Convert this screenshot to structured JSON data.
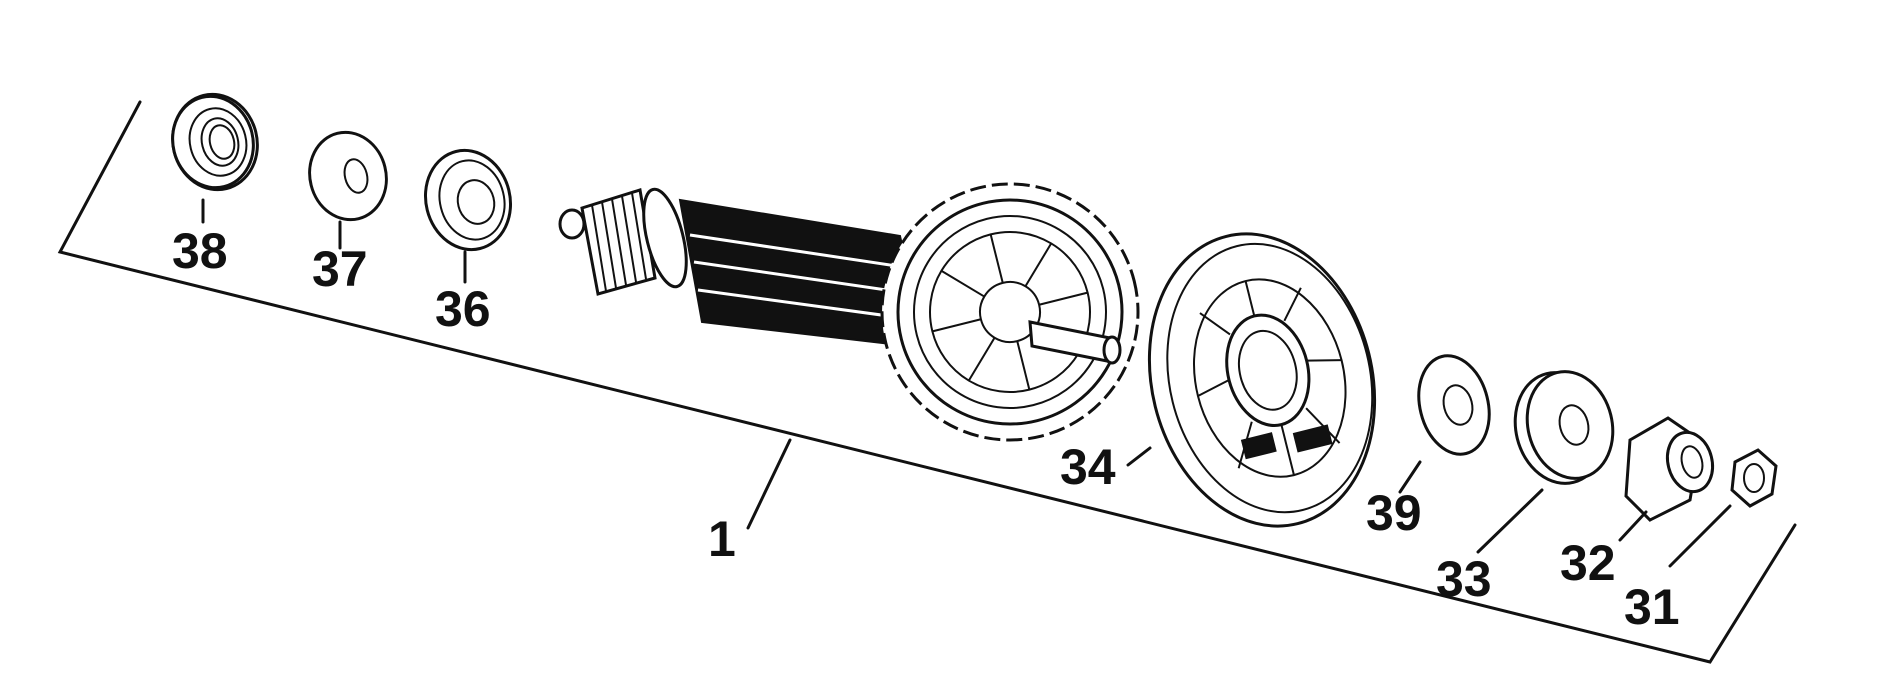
{
  "diagram": {
    "callouts": [
      {
        "id": "38",
        "label": "38"
      },
      {
        "id": "37",
        "label": "37"
      },
      {
        "id": "36",
        "label": "36"
      },
      {
        "id": "1",
        "label": "1"
      },
      {
        "id": "34",
        "label": "34"
      },
      {
        "id": "39",
        "label": "39"
      },
      {
        "id": "33",
        "label": "33"
      },
      {
        "id": "32",
        "label": "32"
      },
      {
        "id": "31",
        "label": "31"
      }
    ],
    "icons": {
      "bearing_38": "bearing-icon",
      "washer_37": "washer-icon",
      "bearing_36": "bearing-icon",
      "armature": "armature-icon",
      "baffle_34": "fan-baffle-icon",
      "washer_39": "washer-icon",
      "bearing_33": "bearing-icon",
      "sleeve_32": "sleeve-icon",
      "nut_31": "nut-icon"
    },
    "colors": {
      "ink": "#111111",
      "paper": "#ffffff"
    }
  }
}
